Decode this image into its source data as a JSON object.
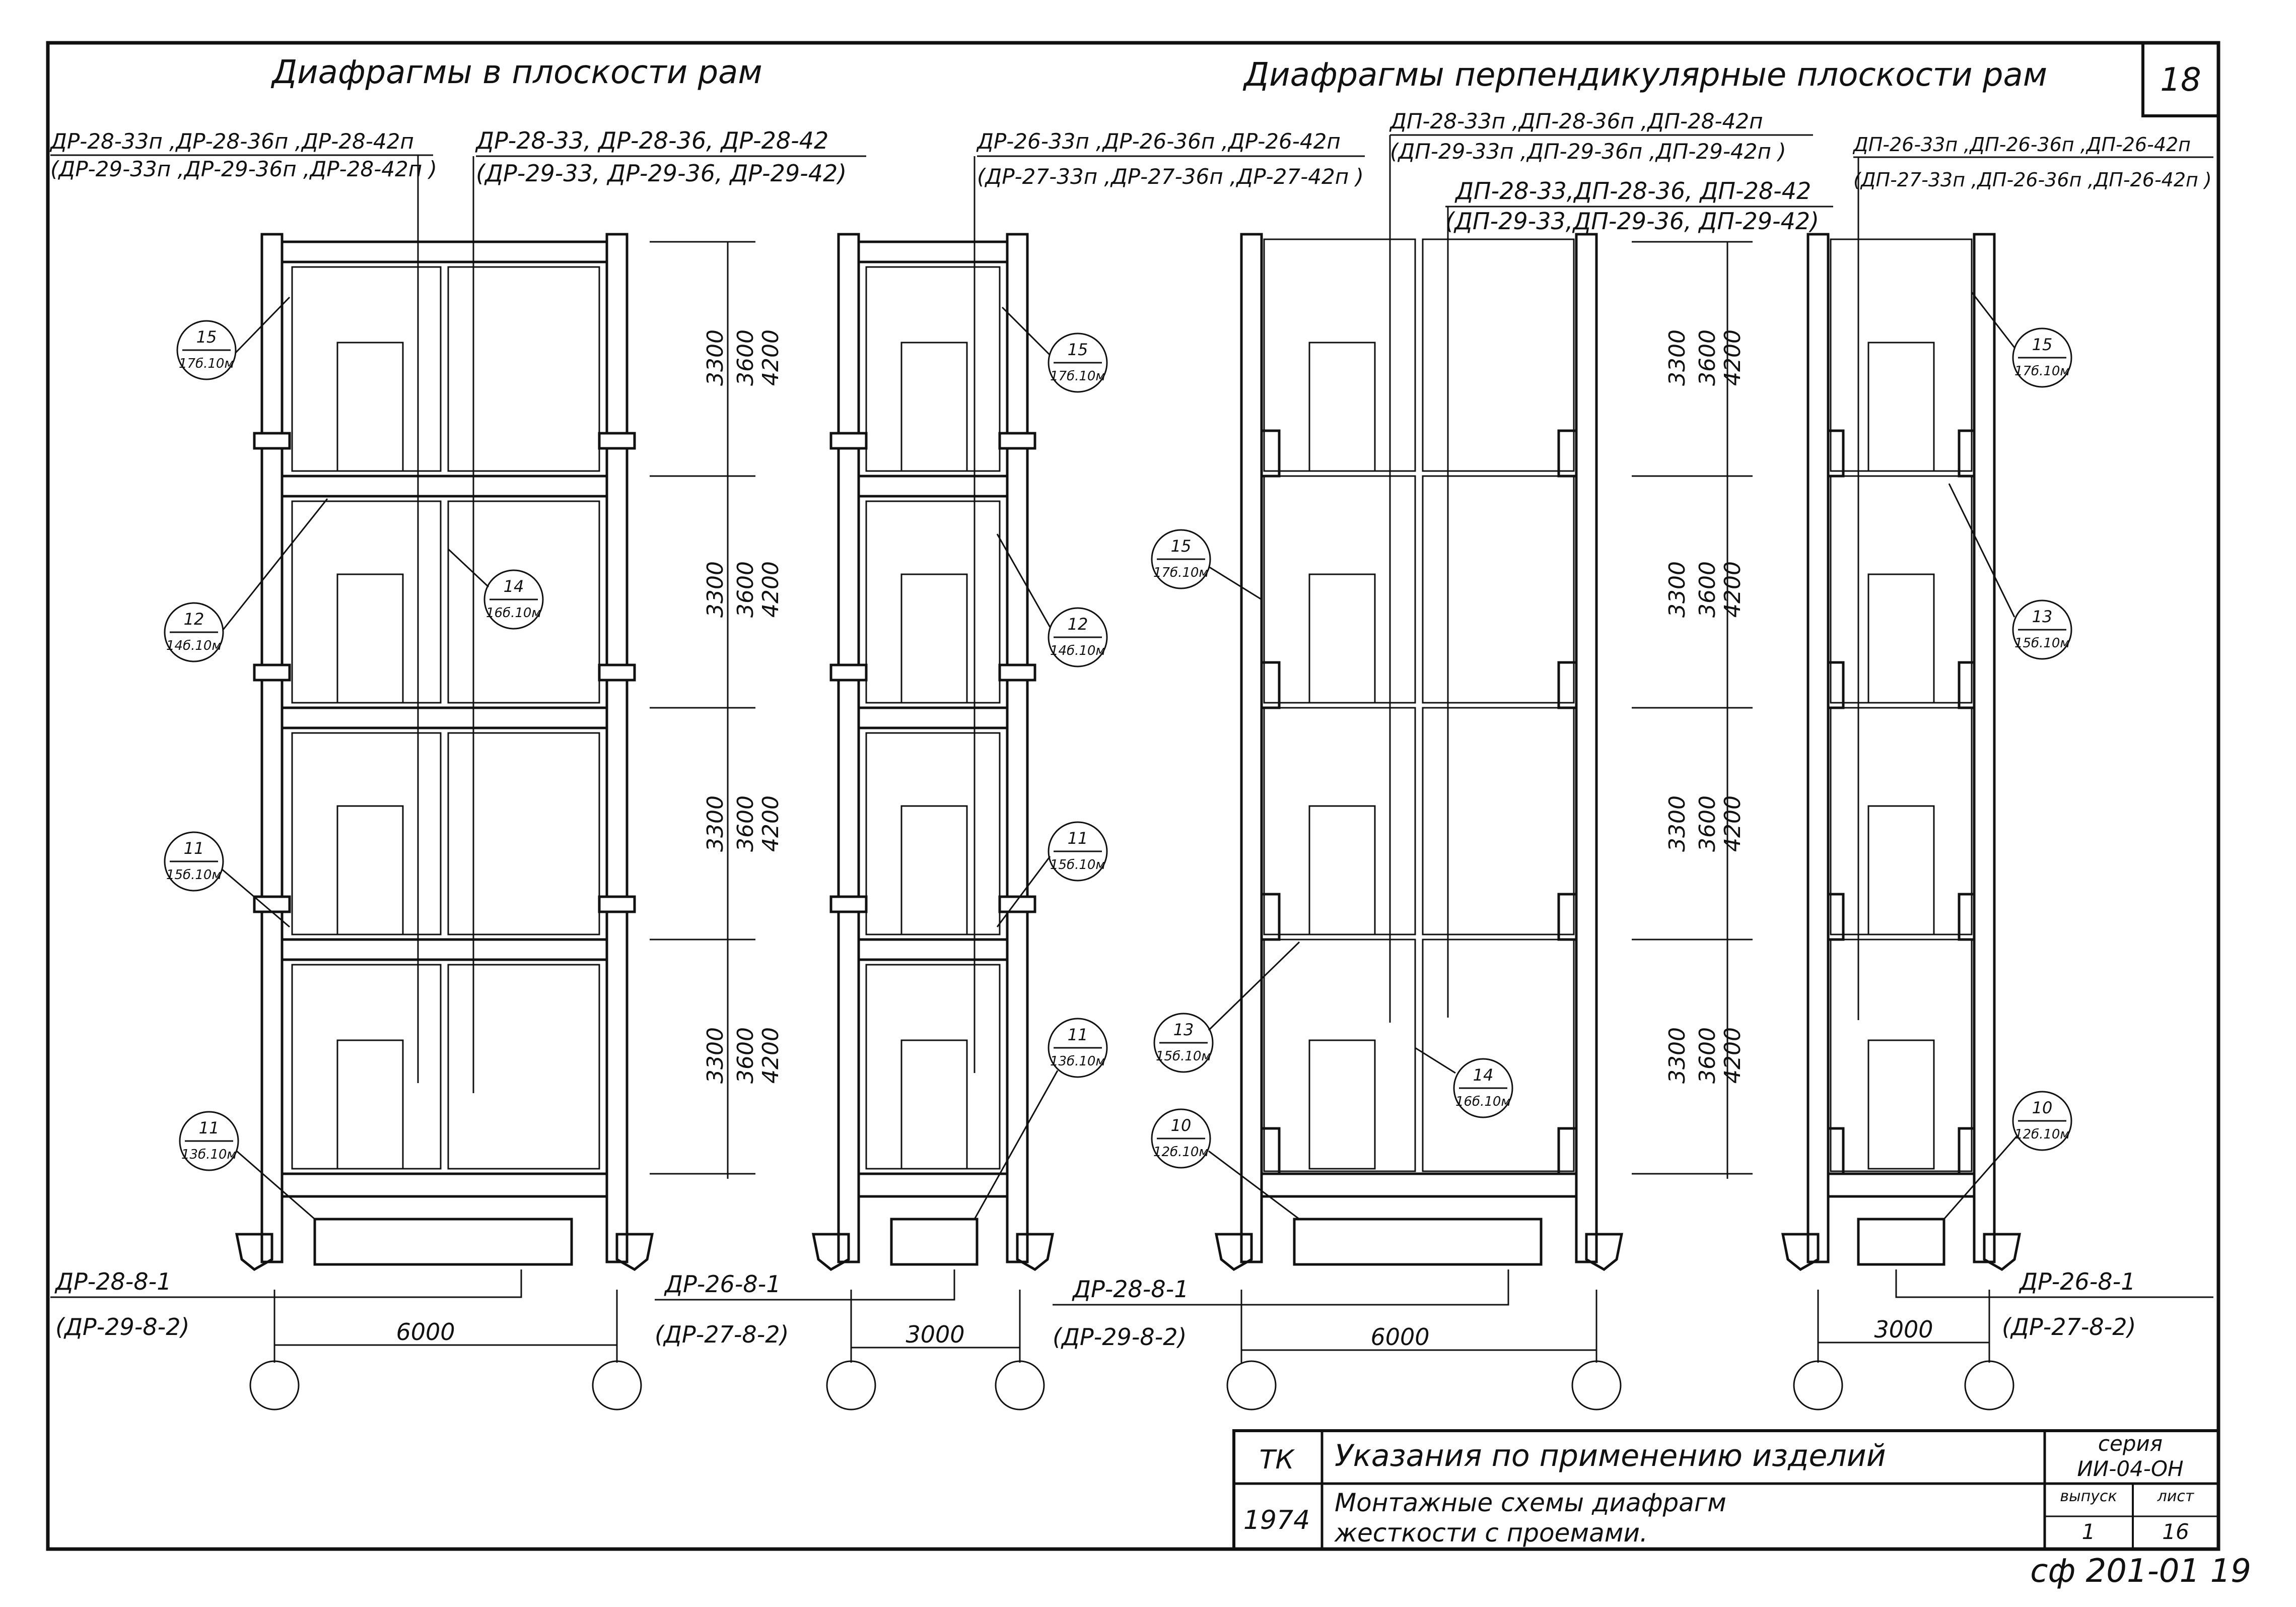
{
  "sheet": {
    "number": "18",
    "stamp_bottom": "сф 201-01 19"
  },
  "headings": {
    "in_plane": "Диафрагмы в плоскости рам",
    "perpendicular": "Диафрагмы перпендикулярные плоскости рам"
  },
  "frame_a": {
    "label_top_left_1": "ДР-28-33п ,ДР-28-36п ,ДР-28-42п",
    "label_top_left_2": "(ДР-29-33п ,ДР-29-36п ,ДР-28-42п )",
    "label_top_right_1": "ДР-28-33, ДР-28-36, ДР-28-42",
    "label_top_right_2": "(ДР-29-33, ДР-29-36, ДР-29-42)",
    "bottom_label_1": "ДР-28-8-1",
    "bottom_label_2": "(ДР-29-8-2)",
    "span": "6000",
    "callouts": [
      {
        "num": "15",
        "ref": "17б.10м"
      },
      {
        "num": "12",
        "ref": "14б.10м"
      },
      {
        "num": "11",
        "ref": "15б.10м"
      },
      {
        "num": "11",
        "ref": "13б.10м"
      },
      {
        "num": "14",
        "ref": "16б.10м"
      }
    ]
  },
  "frame_b": {
    "label_top_1": "ДР-26-33п ,ДР-26-36п ,ДР-26-42п",
    "label_top_2": "(ДР-27-33п ,ДР-27-36п ,ДР-27-42п )",
    "bottom_label_1": "ДР-26-8-1",
    "bottom_label_2": "(ДР-27-8-2)",
    "span": "3000",
    "callouts": [
      {
        "num": "15",
        "ref": "17б.10м"
      },
      {
        "num": "12",
        "ref": "14б.10м"
      },
      {
        "num": "11",
        "ref": "15б.10м"
      },
      {
        "num": "11",
        "ref": "13б.10м"
      }
    ]
  },
  "frame_c": {
    "label_top_1": "ДП-28-33п ,ДП-28-36п ,ДП-28-42п",
    "label_top_2": "(ДП-29-33п ,ДП-29-36п ,ДП-29-42п )",
    "label_top_3": "ДП-28-33,ДП-28-36, ДП-28-42",
    "label_top_4": "(ДП-29-33,ДП-29-36, ДП-29-42)",
    "bottom_label_1": "ДР-28-8-1",
    "bottom_label_2": "(ДР-29-8-2)",
    "span": "6000",
    "callouts": [
      {
        "num": "15",
        "ref": "17б.10м"
      },
      {
        "num": "13",
        "ref": "15б.10м"
      },
      {
        "num": "10",
        "ref": "12б.10м"
      },
      {
        "num": "14",
        "ref": "16б.10м"
      }
    ]
  },
  "frame_d": {
    "label_top_1": "ДП-26-33п ,ДП-26-36п ,ДП-26-42п",
    "label_top_2": "(ДП-27-33п ,ДП-26-36п ,ДП-26-42п )",
    "bottom_label_1": "ДР-26-8-1",
    "bottom_label_2": "(ДР-27-8-2)",
    "span": "3000",
    "callouts": [
      {
        "num": "15",
        "ref": "17б.10м"
      },
      {
        "num": "13",
        "ref": "15б.10м"
      },
      {
        "num": "10",
        "ref": "12б.10м"
      }
    ]
  },
  "floor_dims": {
    "h1": "3300",
    "h2": "3600",
    "h3": "4200"
  },
  "title_block": {
    "code": "ТК",
    "year": "1974",
    "title": "Указания по применению изделий",
    "subtitle_1": "Монтажные схемы диафрагм",
    "subtitle_2": "жесткости с проемами.",
    "series_label": "серия",
    "series_value": "ИИ-04-ОН",
    "issue_label": "выпуск",
    "issue_value": "1",
    "sheet_label": "лист",
    "sheet_value": "16"
  }
}
